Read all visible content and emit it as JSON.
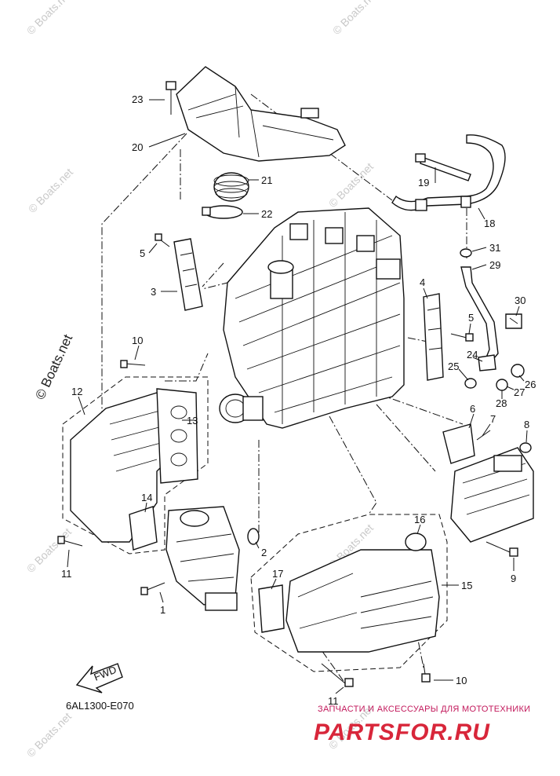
{
  "diagram": {
    "code": "6AL1300-E070",
    "fwd_label": "FWD",
    "callouts": {
      "c1": "1",
      "c2": "2",
      "c3": "3",
      "c4": "4",
      "c5a": "5",
      "c5b": "5",
      "c6": "6",
      "c7": "7",
      "c8": "8",
      "c9": "9",
      "c10a": "10",
      "c10b": "10",
      "c11a": "11",
      "c11b": "11",
      "c12": "12",
      "c13": "13",
      "c14": "14",
      "c15": "15",
      "c16": "16",
      "c17": "17",
      "c18": "18",
      "c19": "19",
      "c20": "20",
      "c21": "21",
      "c22": "22",
      "c23": "23",
      "c24": "24",
      "c25": "25",
      "c26": "26",
      "c27": "27",
      "c28": "28",
      "c29": "29",
      "c30": "30",
      "c31": "31"
    }
  },
  "watermarks": {
    "copyright": "© Boats.net",
    "side": "© Boats.net"
  },
  "logo": {
    "tagline": "ЗАПЧАСТИ И АКСЕССУАРЫ ДЛЯ МОТОТЕХНИКИ",
    "brand": "PARTSFOR.RU"
  }
}
